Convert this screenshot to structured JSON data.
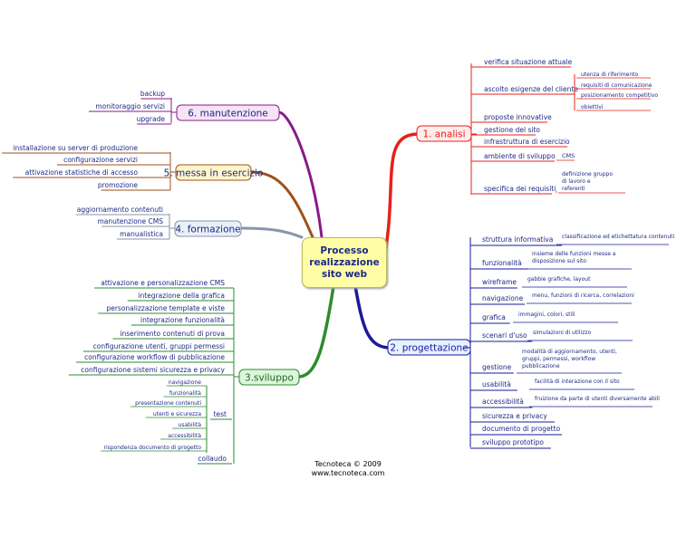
{
  "center": "Processo\nrealizzazione\nsito web",
  "footer": {
    "line1": "Tecnoteca © 2009",
    "line2": "www.tecnoteca.com"
  },
  "branches": {
    "analisi": {
      "title": "1. analisi",
      "color": "#e8201a",
      "items": [
        "verifica situazione attuale",
        "ascolto esigenze del cliente",
        "proposte innovative",
        "gestione del sito",
        "infrastruttura di esercizio",
        "ambiente di sviluppo",
        "specifica dei requisiti"
      ],
      "ascolto_sub": [
        "utenza di riferimento",
        "requisiti di comunicazione",
        "posizionamento competitivo",
        "obiettivi"
      ],
      "ambiente_sub": [
        "CMS"
      ],
      "specifica_sub": [
        "definizione gruppo",
        "di lavoro e",
        "referenti"
      ]
    },
    "progettazione": {
      "title": "2. progettazione",
      "color": "#1a1a9c",
      "items": [
        "struttura informativa",
        "funzionalità",
        "wireframe",
        "navigazione",
        "grafica",
        "scenari d'uso",
        "gestione",
        "usabilità",
        "accessibilità",
        "sicurezza e privacy",
        "documento di progetto",
        "sviluppo prototipo"
      ],
      "subs": [
        [
          "classificazione ed etichettatura contenuti"
        ],
        [
          "insieme delle funzioni messe a",
          "disposizione sul sito"
        ],
        [
          "gabbie grafiche, layout"
        ],
        [
          "menu, funzioni di ricerca, correlazioni"
        ],
        [
          "immagini, colori, stili"
        ],
        [
          "simulazioni di utilizzo"
        ],
        [
          "modalità di aggiornamento, utenti,",
          "gruppi, permessi, workflow",
          "pubblicazione"
        ],
        [
          "facilità di interazione con il sito"
        ],
        [
          "fruizione da parte di utenti diversamente abili"
        ]
      ]
    },
    "sviluppo": {
      "title": "3.sviluppo",
      "color": "#2e8b2e",
      "items": [
        "attivazione e personalizzazione CMS",
        "integrazione della grafica",
        "personalizzazione template e viste",
        "integrazione funzionalità",
        "inserimento contenuti di prova",
        "configurazione utenti, gruppi permessi",
        "configurazione workflow di pubblicazione",
        "configurazione sistemi sicurezza e privacy"
      ],
      "test_label": "test",
      "test_items": [
        "navigazione",
        "funzionalità",
        "presentazione contenuti",
        "utenti e sicurezza",
        "usabilità",
        "accessibilità",
        "rispondenza documento di progetto"
      ],
      "collaudo": "collaudo"
    },
    "formazione": {
      "title": "4. formazione",
      "color": "#8a94aa",
      "items": [
        "aggiornamento contenuti",
        "manutenzione CMS",
        "manualistica"
      ]
    },
    "esercizio": {
      "title": "5. messa in esercizio",
      "color": "#a0501a",
      "items": [
        "installazione su server di produzione",
        "configurazione servizi",
        "attivazione statistiche di accesso",
        "promozione"
      ]
    },
    "manutenzione": {
      "title": "6. manutenzione",
      "color": "#8a1a8a",
      "items": [
        "backup",
        "monitoraggio servizi",
        "upgrade"
      ]
    }
  }
}
